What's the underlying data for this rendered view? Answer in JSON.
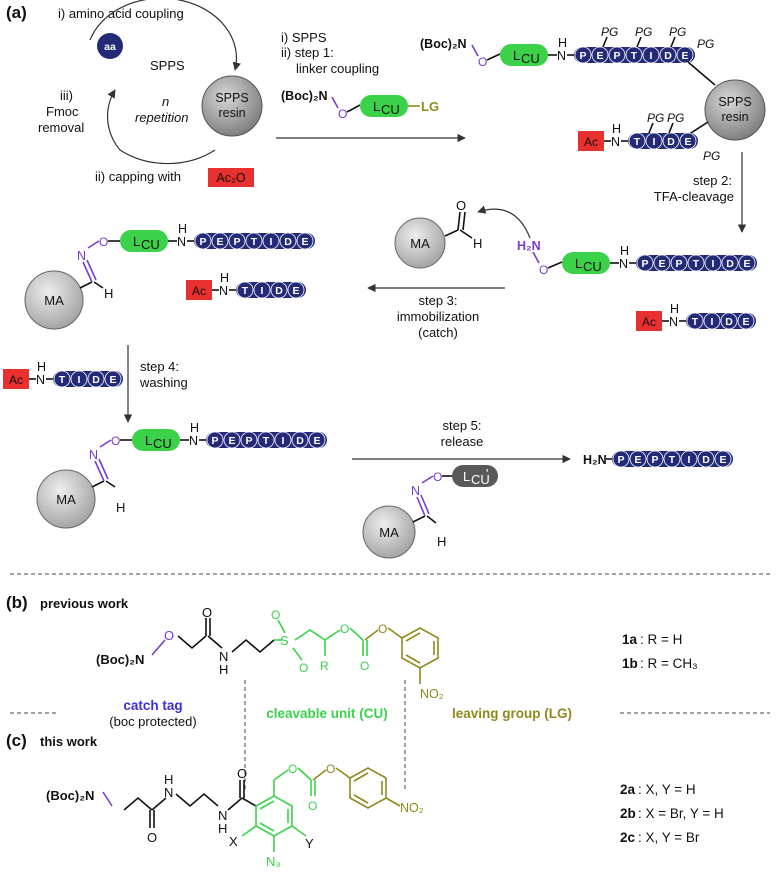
{
  "panel_a": {
    "label": "(a)",
    "cycle": {
      "step_i": "i) amino acid coupling",
      "aa": "aa",
      "spps": "SPPS",
      "n": "n",
      "repetition": "repetition",
      "iii_line1": "iii)",
      "iii_line2": "Fmoc",
      "iii_line3": "removal",
      "ii_capping": "ii) capping with",
      "ac2o": "Ac₂O",
      "resin1": "SPPS",
      "resin2": "resin"
    },
    "step1": {
      "line1": "i) SPPS",
      "line2": "ii) step 1:",
      "line3": "linker coupling",
      "boc": "(Boc)₂N",
      "o": "O",
      "lcu": "L",
      "lcu_sub": "CU",
      "lg": "LG"
    },
    "resin_product": {
      "boc": "(Boc)₂N",
      "o": "O",
      "lcu": "L",
      "lcu_sub": "CU",
      "n": "N",
      "h": "H",
      "peptide": [
        "P",
        "E",
        "P",
        "T",
        "I",
        "D",
        "E"
      ],
      "pg": "PG",
      "resin1": "SPPS",
      "resin2": "resin",
      "ac": "Ac",
      "tide": [
        "T",
        "I",
        "D",
        "E"
      ]
    },
    "step2": {
      "line1": "step 2:",
      "line2": "TFA-cleavage"
    },
    "cleaved": {
      "h2n": "H₂N",
      "o": "O",
      "ma": "MA",
      "ald_o": "O",
      "ald_h": "H"
    },
    "step3": {
      "line1": "step 3:",
      "line2": "immobilization",
      "line3": "(catch)"
    },
    "step4": {
      "line1": "step 4:",
      "line2": "washing"
    },
    "step5": {
      "line1": "step 5:",
      "line2": "release",
      "lcu_prime": "L",
      "lcu_prime_sub": "CU",
      "prime": "'"
    },
    "final": {
      "h2n": "H₂N"
    }
  },
  "panel_b": {
    "label": "(b)",
    "title": "previous work",
    "boc": "(Boc)₂N",
    "cpd_1a_id": "1a",
    "cpd_1a_desc": ": R = H",
    "cpd_1b_id": "1b",
    "cpd_1b_desc": ": R = CH₃",
    "no2": "NO₂",
    "r": "R",
    "s": "S",
    "o": "O",
    "h": "H",
    "n": "N"
  },
  "legend": {
    "catch_tag": "catch tag",
    "catch_sub": "(boc protected)",
    "cleavable": "cleavable unit (CU)",
    "leaving": "leaving group (LG)"
  },
  "panel_c": {
    "label": "(c)",
    "title": "this work",
    "boc": "(Boc)₂N",
    "x": "X",
    "y": "Y",
    "n3": "N₃",
    "no2": "NO₂",
    "cpd_2a_id": "2a",
    "cpd_2a_desc": ": X, Y = H",
    "cpd_2b_id": "2b",
    "cpd_2b_desc": ": X = Br, Y = H",
    "cpd_2c_id": "2c",
    "cpd_2c_desc": ": X, Y = Br"
  },
  "colors": {
    "peptide_bead": "#232a78",
    "lcu_green": "#3bd24a",
    "ac_red": "#e8302e",
    "oxyamine_purple": "#7a3cd0",
    "lg_olive": "#8e8a1c",
    "catch_blue": "#3b2fd8",
    "resin_grey": "#8a8a8a"
  }
}
